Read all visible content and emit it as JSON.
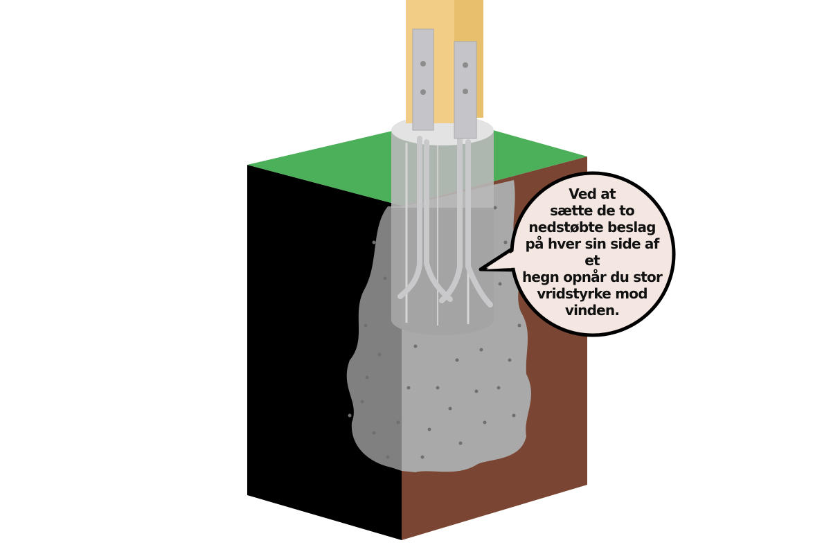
{
  "callout": {
    "text": "Ved at\nsætte de to\nnedstøbte beslag\npå hver sin side af et\nhegn opnår du stor\nvridstyrke mod\nvinden."
  },
  "colors": {
    "background": "#ffffff",
    "grass": "#4caf5a",
    "soil_front": "#000000",
    "soil_side": "#7a4532",
    "concrete": "#a8a8a8",
    "concrete_pipe": "#b9b9b9",
    "pipe_top": "#e2e2e2",
    "wood_post": "#f1cd86",
    "bracket": "#c8c8cc",
    "callout_fill": "#f4e7e2",
    "callout_border": "#000000"
  },
  "icons": [
    "wooden-post",
    "metal-bracket",
    "concrete-pipe",
    "concrete-footing",
    "ground-block",
    "speech-bubble"
  ]
}
